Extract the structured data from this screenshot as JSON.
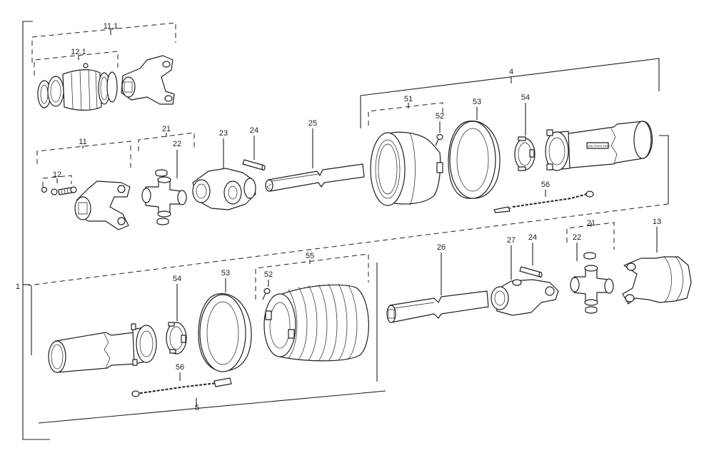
{
  "labels": {
    "l1": "1",
    "l4": "4",
    "l5": "5",
    "l11": "11",
    "l11_1": "11.1",
    "l12": "12",
    "l12_1": "12.1",
    "l13": "13",
    "l21a": "21",
    "l21b": "21",
    "l22a": "22",
    "l22b": "22",
    "l23": "23",
    "l24a": "24",
    "l24b": "24",
    "l25": "25",
    "l26": "26",
    "l27": "27",
    "l51": "51",
    "l52a": "52",
    "l52b": "52",
    "l53a": "53",
    "l53b": "53",
    "l54a": "54",
    "l54b": "54",
    "l55": "55",
    "l56a": "56",
    "l56b": "56"
  },
  "part_markings": {
    "guard_tube_logo": "WALTERSCHEID"
  }
}
